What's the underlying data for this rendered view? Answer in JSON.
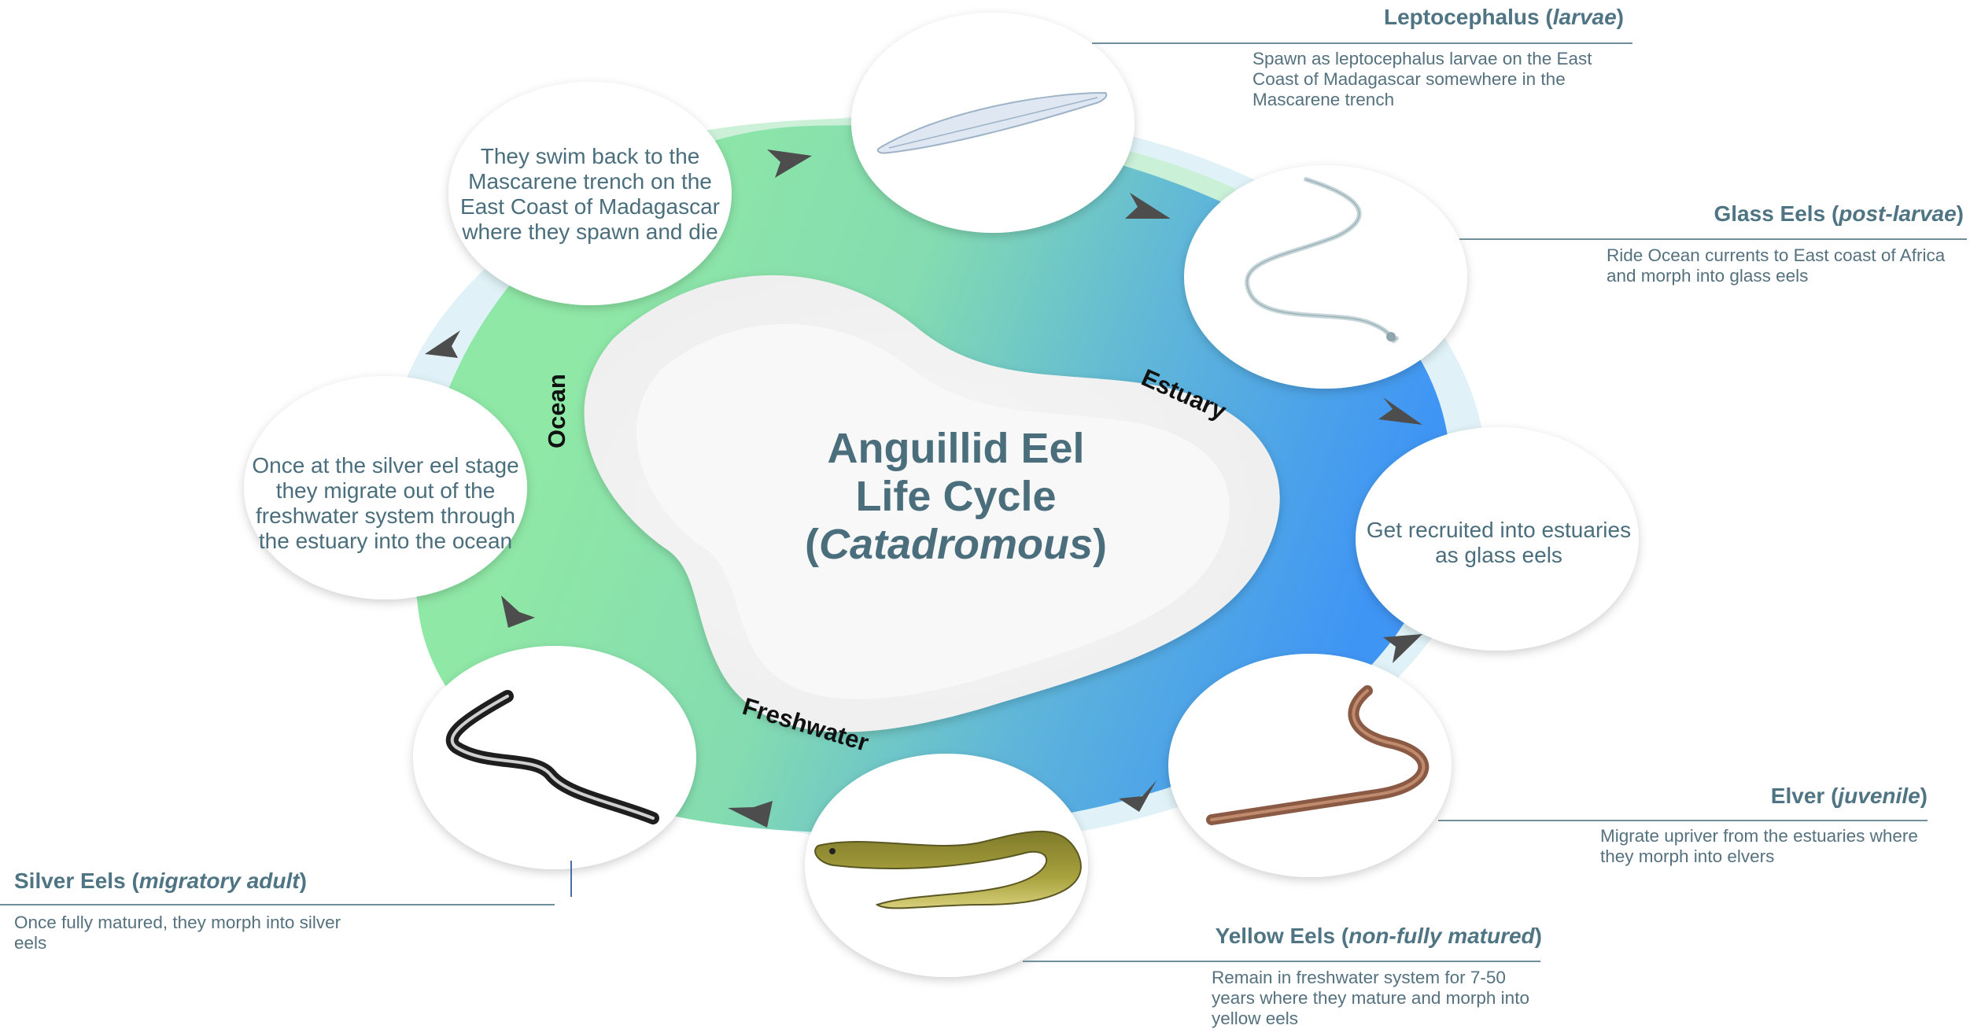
{
  "title": {
    "line1": "Anguillid Eel",
    "line2": "Life Cycle",
    "line3_open": "(",
    "line3_italic": "Catadromous",
    "line3_close": ")"
  },
  "zones": {
    "ocean": "Ocean",
    "estuary": "Estuary",
    "freshwater": "Freshwater"
  },
  "bubbles": {
    "swim_back": "They swim back to the Mascarene trench on the East Coast of Madagascar where they spawn and die",
    "migrate_out": "Once at the silver eel stage they migrate out of the freshwater system through the estuary into the ocean",
    "recruited": "Get recruited into estuaries as glass eels"
  },
  "stages": {
    "leptocephalus": {
      "name": "Leptocephalus ",
      "qualifier_open": "(",
      "qualifier": "larvae",
      "qualifier_close": ")",
      "description": "Spawn as leptocephalus larvae on the East Coast of Madagascar somewhere in the Mascarene trench"
    },
    "glass": {
      "name": "Glass Eels ",
      "qualifier_open": "(",
      "qualifier": "post-larvae",
      "qualifier_close": ")",
      "description": "Ride Ocean currents to East coast of Africa and morph into glass eels"
    },
    "elver": {
      "name": "Elver ",
      "qualifier_open": "(",
      "qualifier": "juvenile",
      "qualifier_close": ")",
      "description": "Migrate upriver from the estuaries where they morph into elvers"
    },
    "yellow": {
      "name": "Yellow Eels ",
      "qualifier_open": "(",
      "qualifier": "non-fully matured",
      "qualifier_close": ")",
      "description": "Remain in freshwater system for 7-50 years where they mature and morph into yellow eels"
    },
    "silver": {
      "name": "Silver Eels ",
      "qualifier_open": "(",
      "qualifier": "migratory adult",
      "qualifier_close": ")",
      "description": "Once fully matured, they morph into silver eels"
    }
  },
  "colors": {
    "ocean_green": "#8ee6a8",
    "estuary_blue": "#4a9cf2",
    "text": "#4a6e7c",
    "rule": "#6f8f9b",
    "arrow": "#4d4d4d"
  }
}
